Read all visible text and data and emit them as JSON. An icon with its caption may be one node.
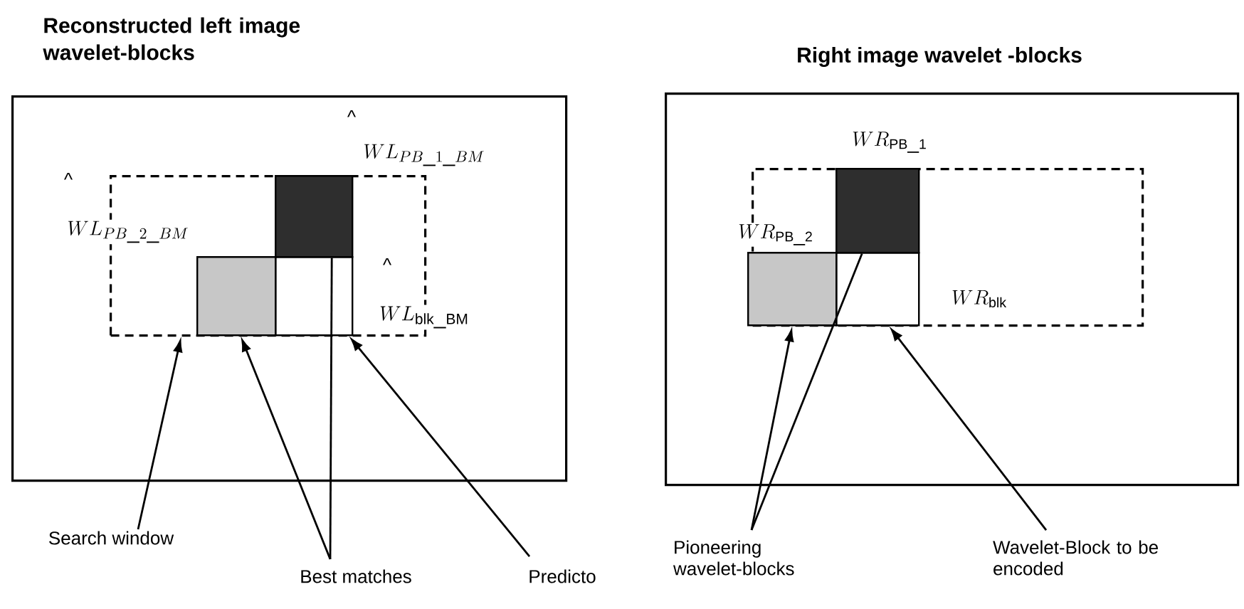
{
  "diagram": {
    "nodes": [
      {
        "text": [
          "Reconstructed left image wavelet-blocks"
        ]
      },
      {
        "text": [],
        "shape": "box",
        "in": 0
      },
      {
        "text": [],
        "shape": "box",
        "in": 1,
        "beside": [
          "WL_{PB\\_1\\_BM}"
        ]
      },
      {
        "text": [],
        "shape": "box",
        "in": 1,
        "beside": [
          "WL_{PB\\_2\\_BM}"
        ]
      },
      {
        "text": [],
        "shape": "box",
        "in": 1,
        "beside": [
          "WL_{\\mathrm{blk\\_BM}}"
        ]
      },
      {
        "text": [
          "Right image wavelet -blocks"
        ]
      },
      {
        "text": [],
        "shape": "box",
        "in": 5
      },
      {
        "text": [],
        "shape": "box",
        "in": 6,
        "beside": [
          "WR_{\\mathrm{PB\\_1}}"
        ]
      },
      {
        "text": [],
        "shape": "box",
        "in": 6,
        "beside": [
          "WR_{\\mathrm{PB\\_2}}"
        ]
      },
      {
        "text": [],
        "shape": "box",
        "in": 6,
        "beside": [
          "WR_{\\mathrm{blk}}"
        ]
      },
      {
        "text": [
          "Search window"
        ]
      },
      {
        "text": [
          "Best matches"
        ]
      },
      {
        "text": [
          "Predicto"
        ]
      },
      {
        "text": [
          "Pioneering wavelet-blocks"
        ]
      },
      {
        "text": [
          "Wavelet-Block to be encoded"
        ]
      }
    ],
    "edges": [
      {
        "from": 10,
        "to": 1,
        "arrow": "to"
      },
      {
        "from": 11,
        "to": 3,
        "arrow": "to"
      },
      {
        "from": 11,
        "to": 2,
        "arrow": "none"
      },
      {
        "from": 12,
        "to": 4,
        "arrow": "to"
      },
      {
        "from": 13,
        "to": 8,
        "arrow": "to"
      },
      {
        "from": 13,
        "to": 7,
        "arrow": "none"
      },
      {
        "from": 14,
        "to": 9,
        "arrow": "to"
      }
    ],
    "labels": [
      "^",
      "^",
      "^"
    ]
  }
}
